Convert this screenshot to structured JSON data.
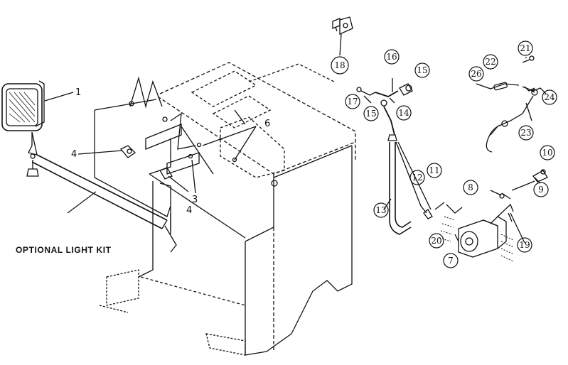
{
  "diagram": {
    "kit_label": "OPTIONAL LIGHT KIT",
    "callouts": {
      "c1": "1",
      "c3": "3",
      "c4a": "4",
      "c4b": "4",
      "c6": "6",
      "c7": "7",
      "c8": "8",
      "c9": "9",
      "c10": "10",
      "c11": "11",
      "c12": "12",
      "c13": "13",
      "c14": "14",
      "c15a": "15",
      "c15b": "15",
      "c16": "16",
      "c17": "17",
      "c18": "18",
      "c19": "19",
      "c20": "20",
      "c21": "21",
      "c22": "22",
      "c23": "23",
      "c24": "24",
      "c26": "26"
    },
    "line_color": "#111111"
  }
}
